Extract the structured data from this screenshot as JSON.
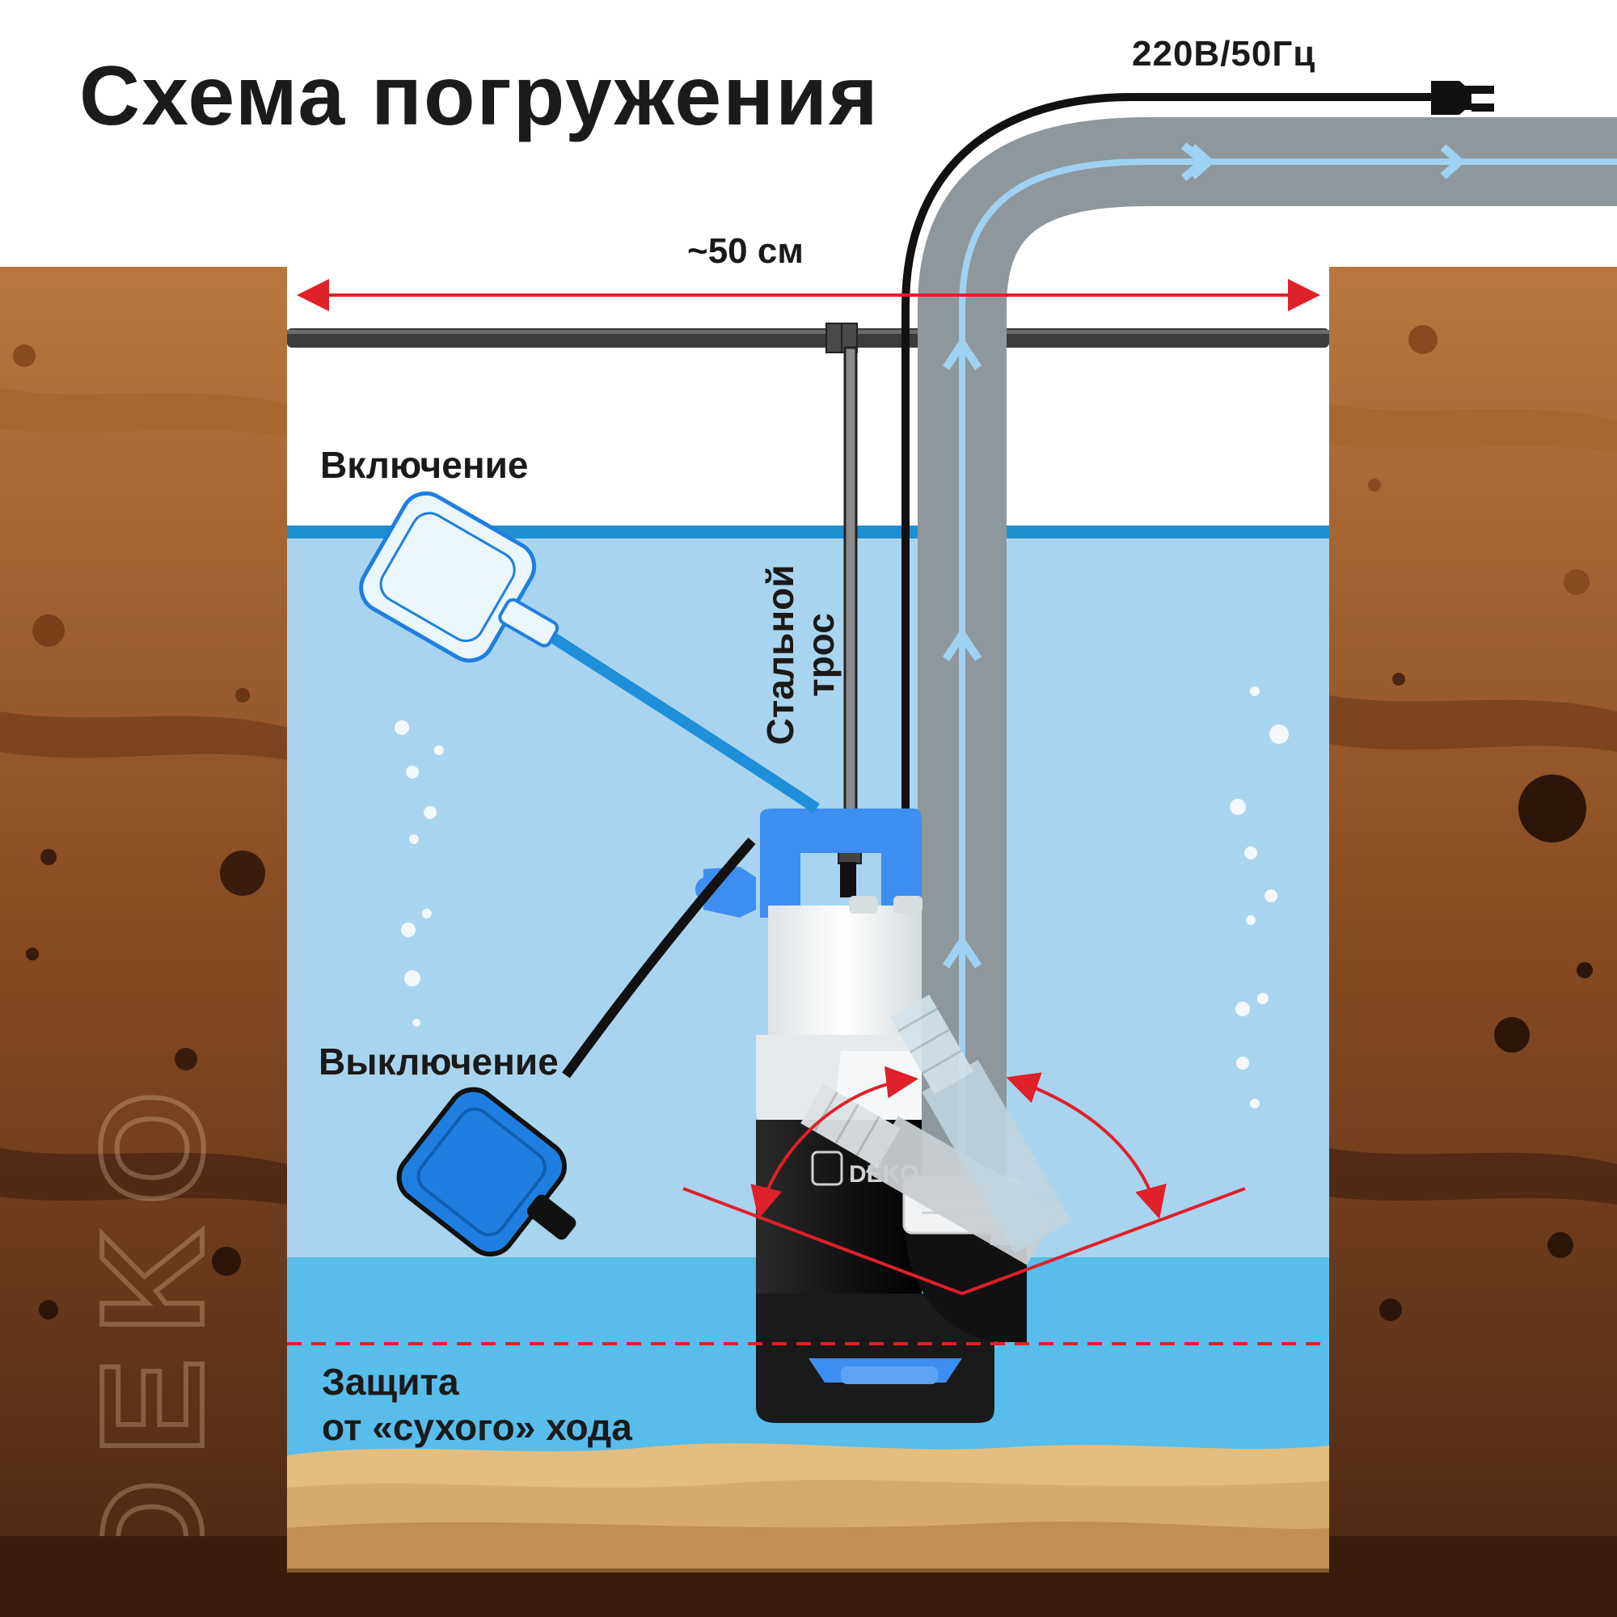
{
  "title": "Схема погружения",
  "power_label": "220В/50Гц",
  "width_label": "~50 см",
  "float_on_label": "Включение",
  "float_off_label": "Выключение",
  "steel_cable_label": "Стальной\nтрос",
  "dry_run_label_line1": "Защита",
  "dry_run_label_line2": "от «сухого» хода",
  "pump_brand": "DEKO",
  "watermark_brand": "DEKO",
  "colors": {
    "soil_light": "#b9773f",
    "soil_dark": "#5a2f18",
    "water": "#a9d4ef",
    "water_deep": "#58bdea",
    "water_line": "#1f8fd0",
    "sand": "#e2bd7d",
    "pipe": "#8e979c",
    "flow_arrow": "#9fd2f2",
    "dimension_red": "#e0202a",
    "float_blue": "#1e7fe0",
    "pump_handle": "#3d8ef0",
    "pump_body": "#1a1a1a"
  }
}
